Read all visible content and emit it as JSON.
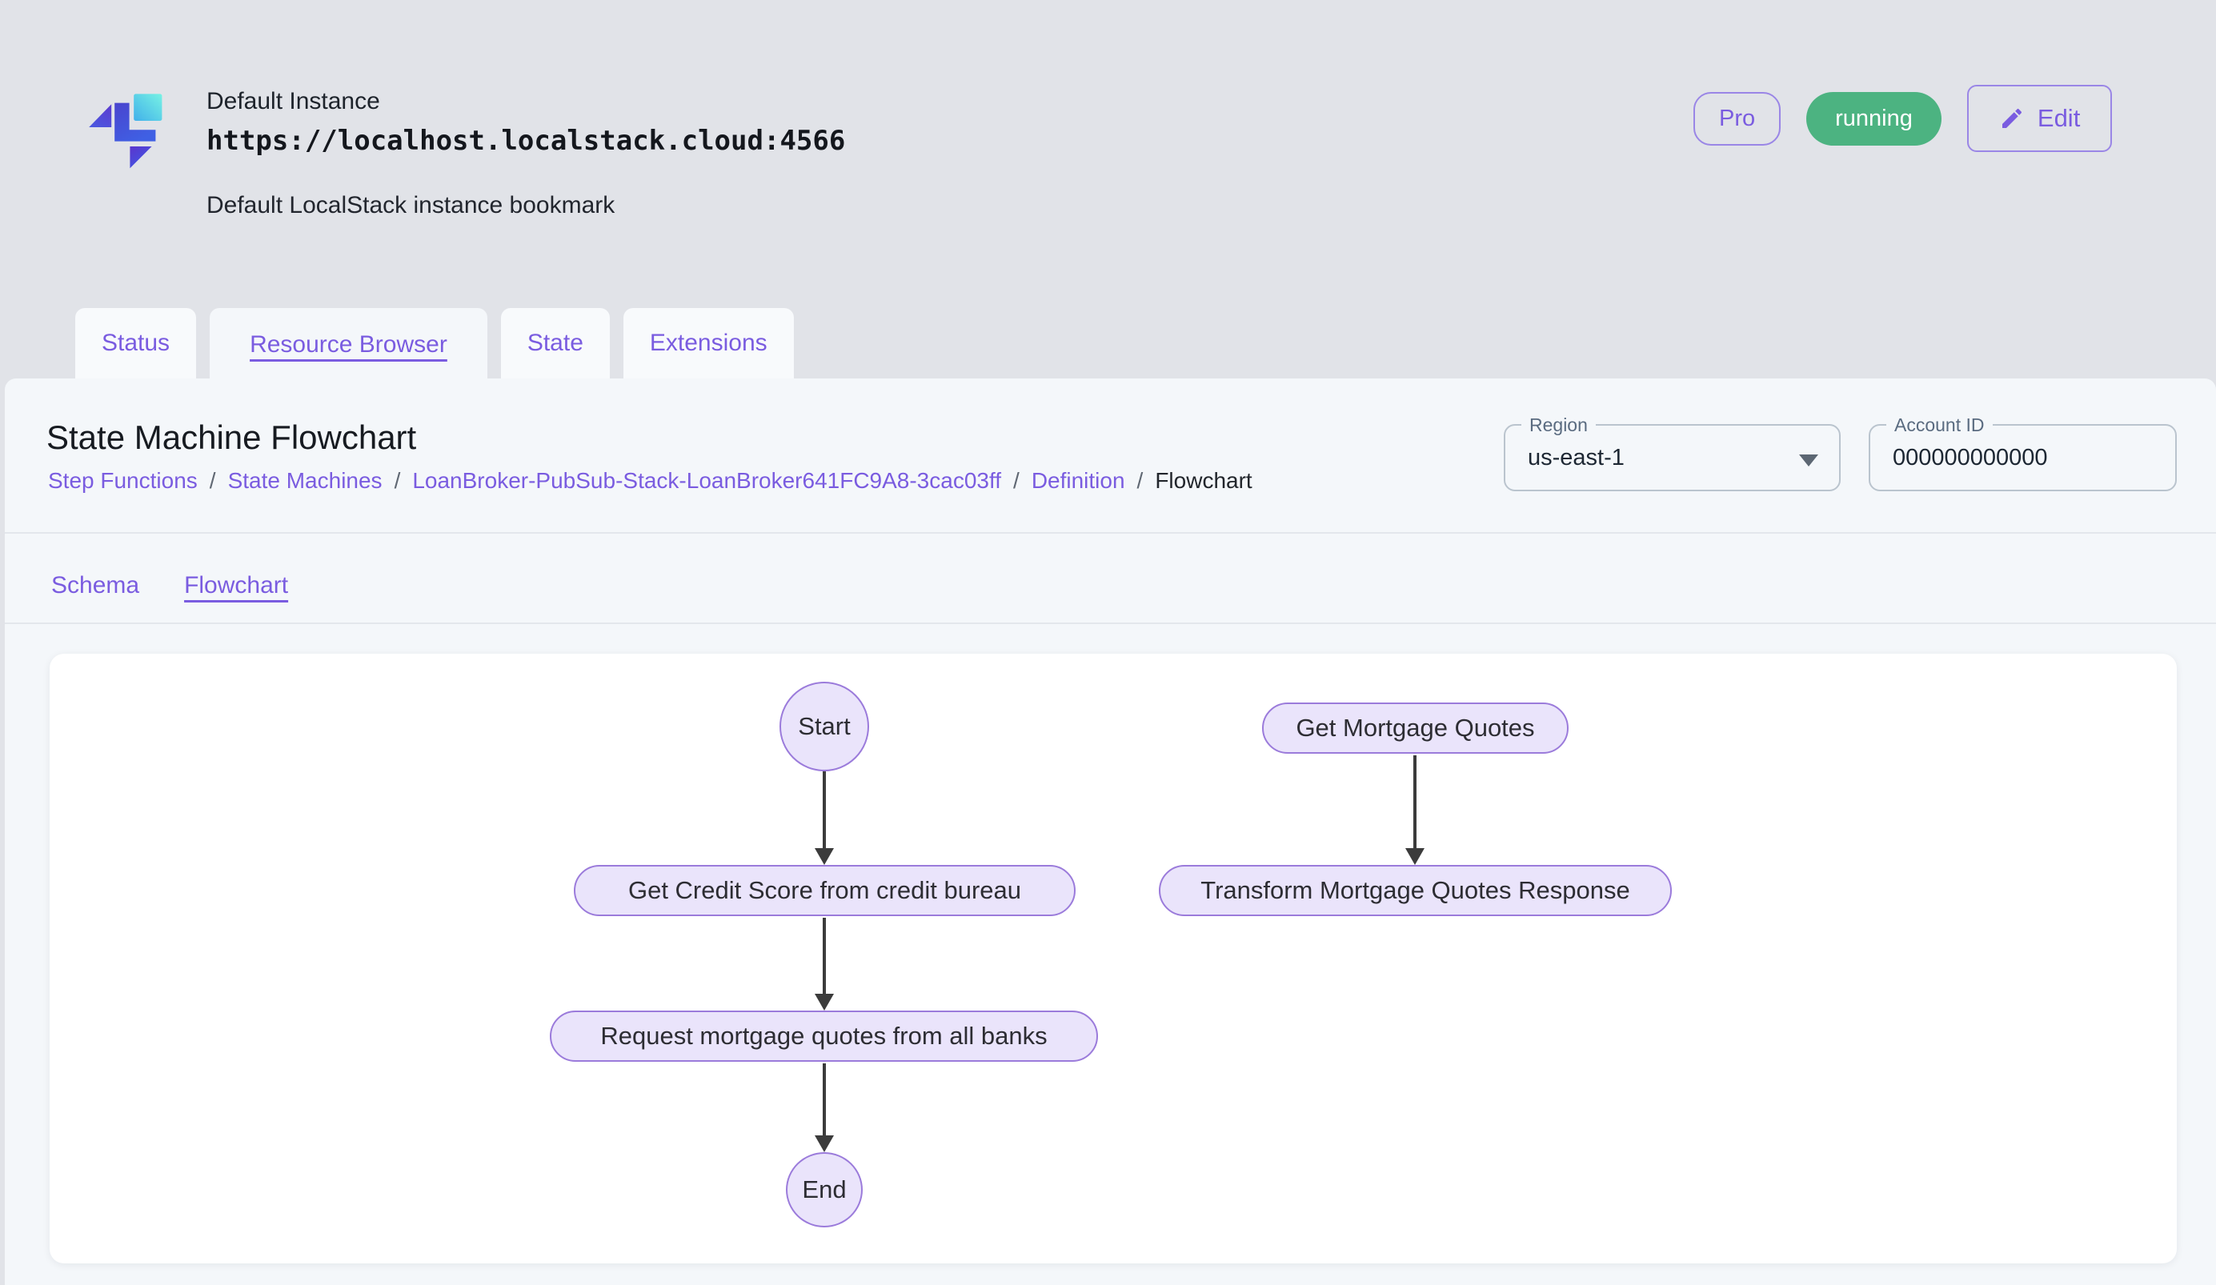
{
  "header": {
    "instance_name": "Default Instance",
    "instance_url": "https://localhost.localstack.cloud:4566",
    "instance_description": "Default LocalStack instance bookmark",
    "badges": {
      "pro": "Pro",
      "status": "running",
      "edit": "Edit"
    }
  },
  "tabs": [
    {
      "label": "Status",
      "active": false
    },
    {
      "label": "Resource Browser",
      "active": true
    },
    {
      "label": "State",
      "active": false
    },
    {
      "label": "Extensions",
      "active": false
    }
  ],
  "page": {
    "title": "State Machine Flowchart",
    "breadcrumb": {
      "items": [
        "Step Functions",
        "State Machines",
        "LoanBroker-PubSub-Stack-LoanBroker641FC9A8-3cac03ff",
        "Definition",
        "Flowchart"
      ],
      "separator": "/"
    },
    "region": {
      "label": "Region",
      "value": "us-east-1"
    },
    "account": {
      "label": "Account ID",
      "value": "000000000000"
    },
    "subtabs": [
      {
        "label": "Schema",
        "active": false
      },
      {
        "label": "Flowchart",
        "active": true
      }
    ]
  },
  "flowchart": {
    "nodes": {
      "start": "Start",
      "credit": "Get Credit Score from credit bureau",
      "request": "Request mortgage quotes from all banks",
      "end": "End",
      "mortgage": "Get Mortgage Quotes",
      "transform": "Transform Mortgage Quotes Response"
    },
    "edges": [
      {
        "from": "Start",
        "to": "Get Credit Score from credit bureau"
      },
      {
        "from": "Get Credit Score from credit bureau",
        "to": "Request mortgage quotes from all banks"
      },
      {
        "from": "Request mortgage quotes from all banks",
        "to": "End"
      },
      {
        "from": "Get Mortgage Quotes",
        "to": "Transform Mortgage Quotes Response"
      }
    ]
  },
  "colors": {
    "accent": "#7a5ce0",
    "accent_border": "#9a86e6",
    "status_green": "#4cb381",
    "node_fill": "#eae4fb",
    "node_border": "#9b7bdb",
    "arrow": "#3b3b3b",
    "page_bg": "#e1e3e8",
    "panel_bg": "#f4f7fa",
    "card_bg": "#ffffff",
    "divider": "#e3e7ec",
    "text_dark": "#1a1e24",
    "text_muted": "#5a6b80",
    "field_border": "#bac4ce",
    "breadcrumb_sep": "#606873",
    "node_text": "#2d2d33",
    "tab_bg": "#f8fafc"
  }
}
